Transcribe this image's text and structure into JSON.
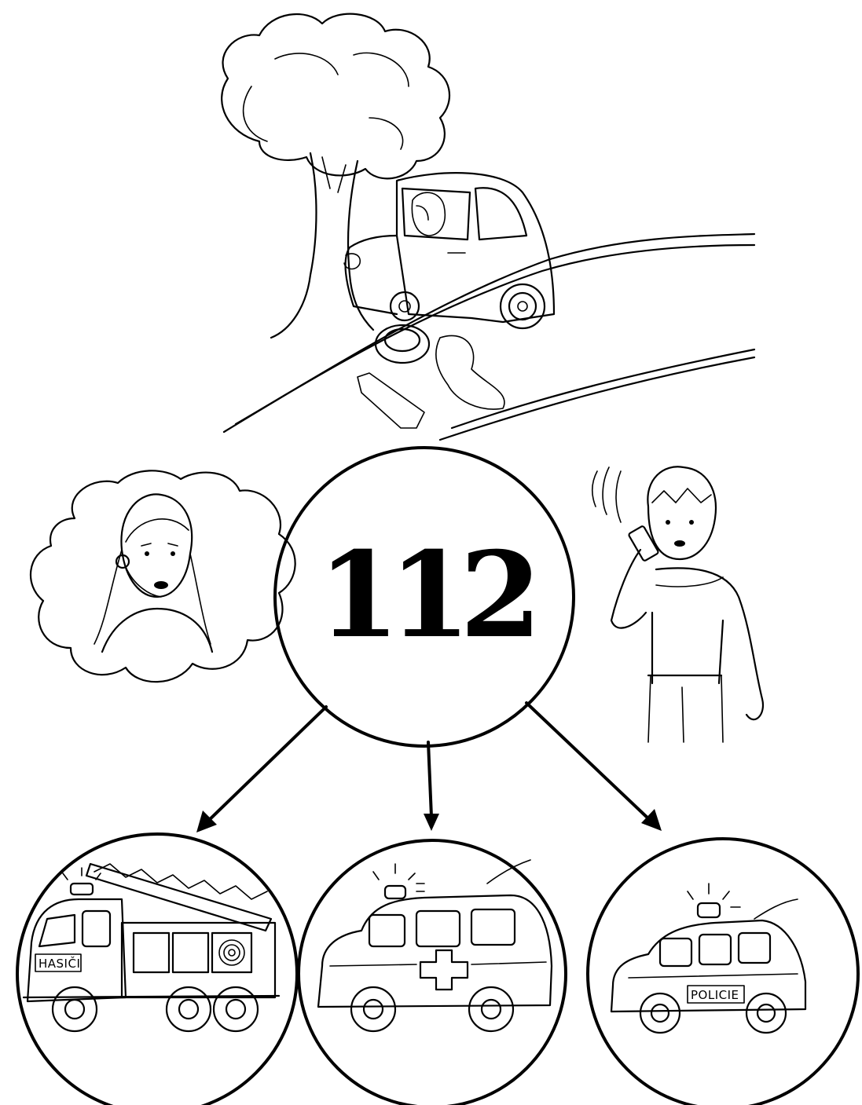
{
  "center": {
    "number": "112"
  },
  "vehicles": [
    {
      "id": "fire",
      "label": "HASIČI"
    },
    {
      "id": "ambulance",
      "label": ""
    },
    {
      "id": "police",
      "label": "POLICIE"
    }
  ],
  "colors": {
    "ink": "#000000",
    "background": "#ffffff"
  },
  "icons": [
    "crash-scene",
    "dispatcher-operator",
    "caller-person",
    "fire-truck-icon",
    "ambulance-icon",
    "police-car-icon",
    "arrow-icon"
  ]
}
